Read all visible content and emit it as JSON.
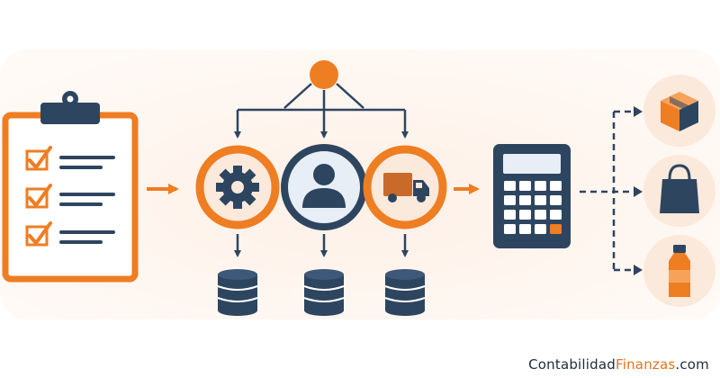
{
  "colors": {
    "orange": "#ef7d22",
    "navy": "#2e4560",
    "light_peach": "#fbe9dc",
    "background_wash": "#fdf3ec",
    "white": "#ffffff"
  },
  "diagram": {
    "nodes": [
      {
        "id": "checklist",
        "kind": "document",
        "icon": "clipboard-checklist-icon",
        "items": 3
      },
      {
        "id": "source",
        "kind": "distribution-point",
        "icon": "orange-dot-icon"
      },
      {
        "id": "machinery",
        "kind": "cost-center",
        "icon": "gear-icon"
      },
      {
        "id": "labor",
        "kind": "cost-center",
        "icon": "person-icon"
      },
      {
        "id": "transport",
        "kind": "cost-center",
        "icon": "truck-icon"
      },
      {
        "id": "db-machinery",
        "kind": "storage",
        "icon": "database-icon"
      },
      {
        "id": "db-labor",
        "kind": "storage",
        "icon": "database-icon"
      },
      {
        "id": "db-transport",
        "kind": "storage",
        "icon": "database-icon"
      },
      {
        "id": "calculator",
        "kind": "computation",
        "icon": "calculator-icon"
      },
      {
        "id": "product-box",
        "kind": "output",
        "icon": "box-icon"
      },
      {
        "id": "product-bag",
        "kind": "output",
        "icon": "shopping-bag-icon"
      },
      {
        "id": "product-bottle",
        "kind": "output",
        "icon": "bottle-icon"
      }
    ],
    "edges": [
      {
        "from": "checklist",
        "to": "machinery",
        "style": "solid-orange"
      },
      {
        "from": "source",
        "to": "machinery",
        "style": "solid-navy"
      },
      {
        "from": "source",
        "to": "labor",
        "style": "solid-navy"
      },
      {
        "from": "source",
        "to": "transport",
        "style": "solid-navy"
      },
      {
        "from": "machinery",
        "to": "db-machinery",
        "style": "solid-navy"
      },
      {
        "from": "labor",
        "to": "db-labor",
        "style": "solid-navy"
      },
      {
        "from": "transport",
        "to": "db-transport",
        "style": "solid-navy"
      },
      {
        "from": "transport",
        "to": "calculator",
        "style": "solid-orange"
      },
      {
        "from": "calculator",
        "to": "product-box",
        "style": "dashed-navy"
      },
      {
        "from": "calculator",
        "to": "product-bag",
        "style": "dashed-navy"
      },
      {
        "from": "calculator",
        "to": "product-bottle",
        "style": "dashed-navy"
      }
    ]
  },
  "watermark": {
    "part1": "Contabilidad",
    "part2": "Finanzas",
    "part3": ".com"
  }
}
